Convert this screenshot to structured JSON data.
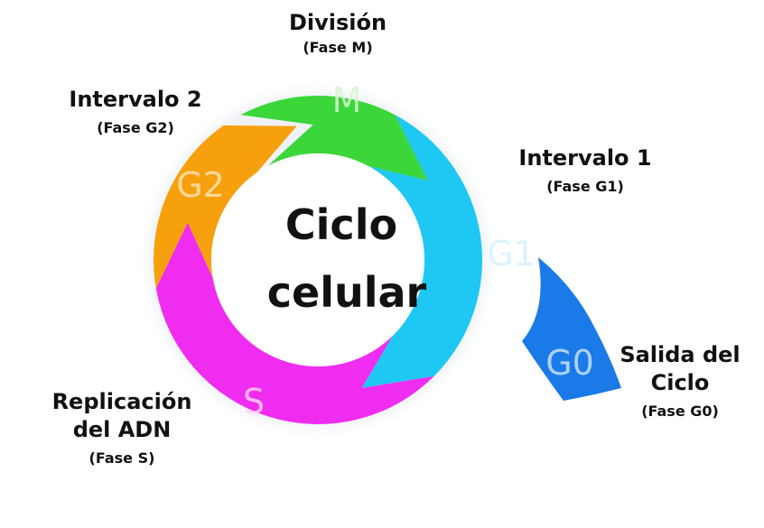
{
  "center": {
    "line1": "Ciclo",
    "line2": "celular"
  },
  "phases": [
    {
      "id": "M",
      "letter": "M",
      "title": "División",
      "subtitle": "(Fase M)",
      "color": "#3ad63a"
    },
    {
      "id": "G1",
      "letter": "G1",
      "title": "Intervalo 1",
      "subtitle": "(Fase G1)",
      "color": "#1ec8f2"
    },
    {
      "id": "S",
      "letter": "S",
      "title_lines": [
        "Replicación",
        "del ADN"
      ],
      "subtitle": "(Fase S)",
      "color": "#f02cf0"
    },
    {
      "id": "G2",
      "letter": "G2",
      "title": "Intervalo 2",
      "subtitle": "(Fase G2)",
      "color": "#f7a00e"
    },
    {
      "id": "G0",
      "letter": "G0",
      "title_lines": [
        "Salida del",
        "Ciclo"
      ],
      "subtitle": "(Fase G0)",
      "color": "#1a7ae8"
    }
  ]
}
